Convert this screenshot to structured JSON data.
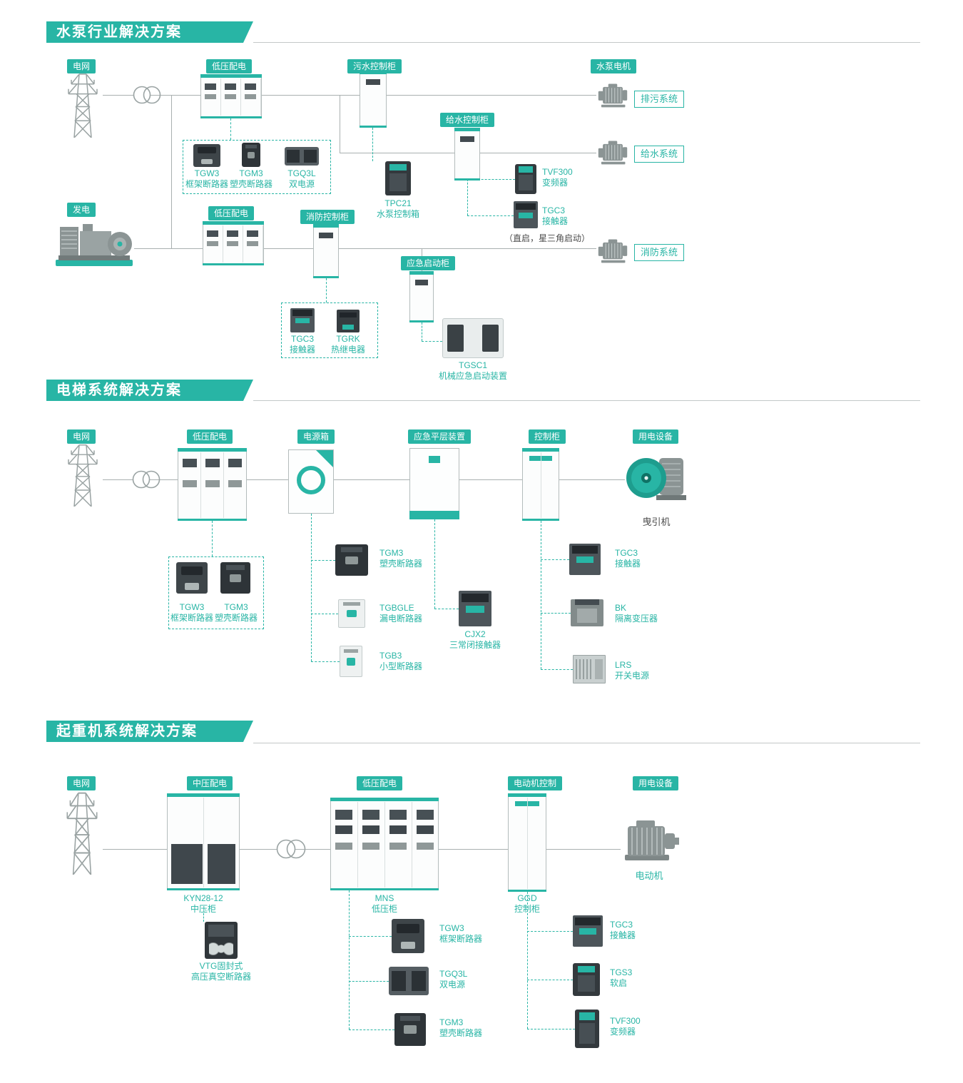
{
  "colors": {
    "accent": "#28b5a5",
    "line": "#a9b0b0",
    "text_dark": "#4a4a4a"
  },
  "s1": {
    "title": "水泵行业解决方案",
    "badges": {
      "grid": "电网",
      "lv1": "低压配电",
      "sewage": "污水控制柜",
      "pump_motor": "水泵电机",
      "water": "给水控制柜",
      "gen": "发电",
      "lv2": "低压配电",
      "fire": "消防控制柜",
      "emergency": "应急启动柜"
    },
    "systems": {
      "drain": "排污系统",
      "supply": "给水系统",
      "fire": "消防系统"
    },
    "note": "（直启，星三角启动）",
    "products": {
      "tgw3": {
        "name": "TGW3",
        "desc": "框架断路器"
      },
      "tgm3": {
        "name": "TGM3",
        "desc": "塑壳断路器"
      },
      "tgq3l": {
        "name": "TGQ3L",
        "desc": "双电源"
      },
      "tpc21": {
        "name": "TPC21",
        "desc": "水泵控制箱"
      },
      "tvf300": {
        "name": "TVF300",
        "desc": "变频器"
      },
      "tgc3_a": {
        "name": "TGC3",
        "desc": "接触器"
      },
      "tgc3_b": {
        "name": "TGC3",
        "desc": "接触器"
      },
      "tgrk": {
        "name": "TGRK",
        "desc": "热继电器"
      },
      "tgsc1": {
        "name": "TGSC1",
        "desc": "机械应急启动装置"
      }
    }
  },
  "s2": {
    "title": "电梯系统解决方案",
    "badges": {
      "grid": "电网",
      "lv": "低压配电",
      "power_box": "电源箱",
      "leveling": "应急平层装置",
      "control": "控制柜",
      "device": "用电设备"
    },
    "labels": {
      "traction": "曳引机"
    },
    "products": {
      "tgw3": {
        "name": "TGW3",
        "desc": "框架断路器"
      },
      "tgm3_a": {
        "name": "TGM3",
        "desc": "塑壳断路器"
      },
      "tgm3_b": {
        "name": "TGM3",
        "desc": "塑壳断路器"
      },
      "tgbgle": {
        "name": "TGBGLE",
        "desc": "漏电断路器"
      },
      "tgb3": {
        "name": "TGB3",
        "desc": "小型断路器"
      },
      "cjx2": {
        "name": "CJX2",
        "desc": "三常闭接触器"
      },
      "tgc3": {
        "name": "TGC3",
        "desc": "接触器"
      },
      "bk": {
        "name": "BK",
        "desc": "隔离变压器"
      },
      "lrs": {
        "name": "LRS",
        "desc": "开关电源"
      }
    }
  },
  "s3": {
    "title": "起重机系统解决方案",
    "badges": {
      "grid": "电网",
      "mv": "中压配电",
      "lv": "低压配电",
      "motor_control": "电动机控制",
      "device": "用电设备"
    },
    "labels": {
      "kyn": {
        "name": "KYN28-12",
        "desc": "中压柜"
      },
      "mns": {
        "name": "MNS",
        "desc": "低压柜"
      },
      "ggd": {
        "name": "GGD",
        "desc": "控制柜"
      },
      "motor": "电动机"
    },
    "products": {
      "vtg": {
        "name": "VTG固封式",
        "desc": "高压真空断路器"
      },
      "tgw3": {
        "name": "TGW3",
        "desc": "框架断路器"
      },
      "tgq3l": {
        "name": "TGQ3L",
        "desc": "双电源"
      },
      "tgm3": {
        "name": "TGM3",
        "desc": "塑壳断路器"
      },
      "tgc3": {
        "name": "TGC3",
        "desc": "接触器"
      },
      "tgs3": {
        "name": "TGS3",
        "desc": "软启"
      },
      "tvf300": {
        "name": "TVF300",
        "desc": "变频器"
      }
    }
  }
}
